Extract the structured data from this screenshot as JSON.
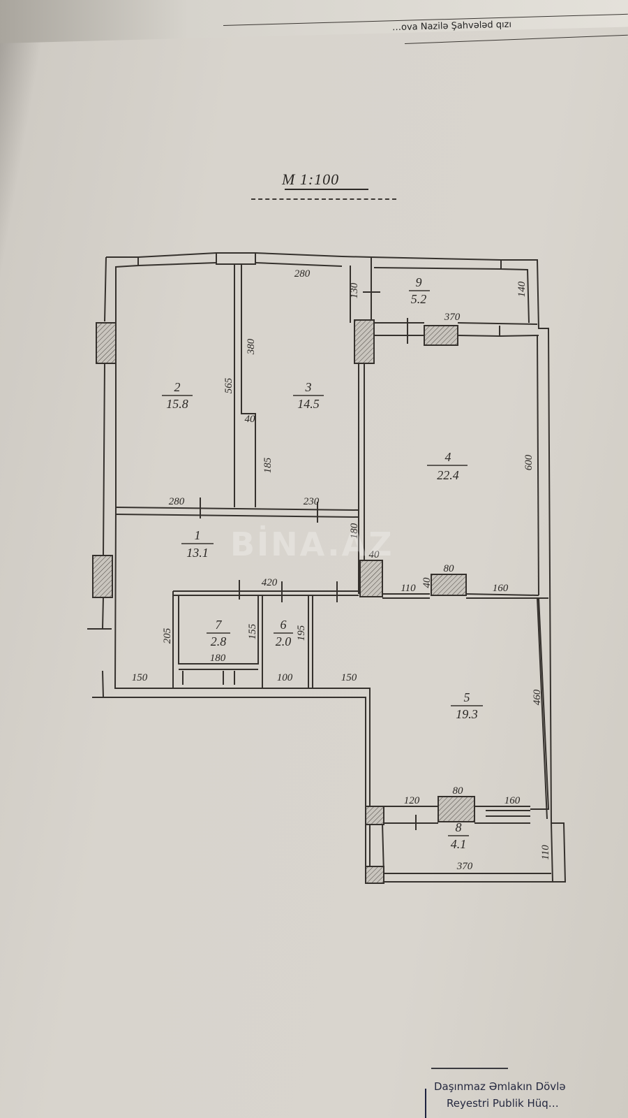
{
  "header": {
    "owner_name": "…ova Nazilə Şahvələd qızı"
  },
  "plan": {
    "scale_label": "M 1:100",
    "watermark": "BİNA.AZ",
    "rooms": [
      {
        "number": "1",
        "area": "13.1"
      },
      {
        "number": "2",
        "area": "15.8"
      },
      {
        "number": "3",
        "area": "14.5"
      },
      {
        "number": "4",
        "area": "22.4"
      },
      {
        "number": "5",
        "area": "19.3"
      },
      {
        "number": "6",
        "area": "2.0"
      },
      {
        "number": "7",
        "area": "2.8"
      },
      {
        "number": "8",
        "area": "4.1"
      },
      {
        "number": "9",
        "area": "5.2"
      }
    ],
    "dimensions": {
      "r3_top": "280",
      "r9_left": "130",
      "r9_right": "140",
      "r4_top": "370",
      "r2_height": "565",
      "r3_height": "380",
      "closet_width": "40",
      "closet_height": "185",
      "r2_bottom": "280",
      "r3_bottom": "230",
      "r4_height": "600",
      "corridor_right": "180",
      "corridor_right_w": "40",
      "r4_bottom_left": "110",
      "r4_bottom_40": "40",
      "r4_window": "80",
      "r4_bottom_right": "160",
      "r1_bottom": "420",
      "r7_left": "205",
      "r7_height": "155",
      "r7_width": "180",
      "r6_height": "195",
      "r1_bottom_left": "150",
      "r6_bottom": "100",
      "r5_left": "150",
      "r5_height": "460",
      "r5_bottom_left": "120",
      "r5_window": "80",
      "r5_bottom_right": "160",
      "r8_width": "370",
      "r8_height": "110"
    }
  },
  "footer": {
    "stamp_line1": "Daşınmaz Əmlakın Dövlə",
    "stamp_line2": "Reyestri Publik Hüq…"
  }
}
